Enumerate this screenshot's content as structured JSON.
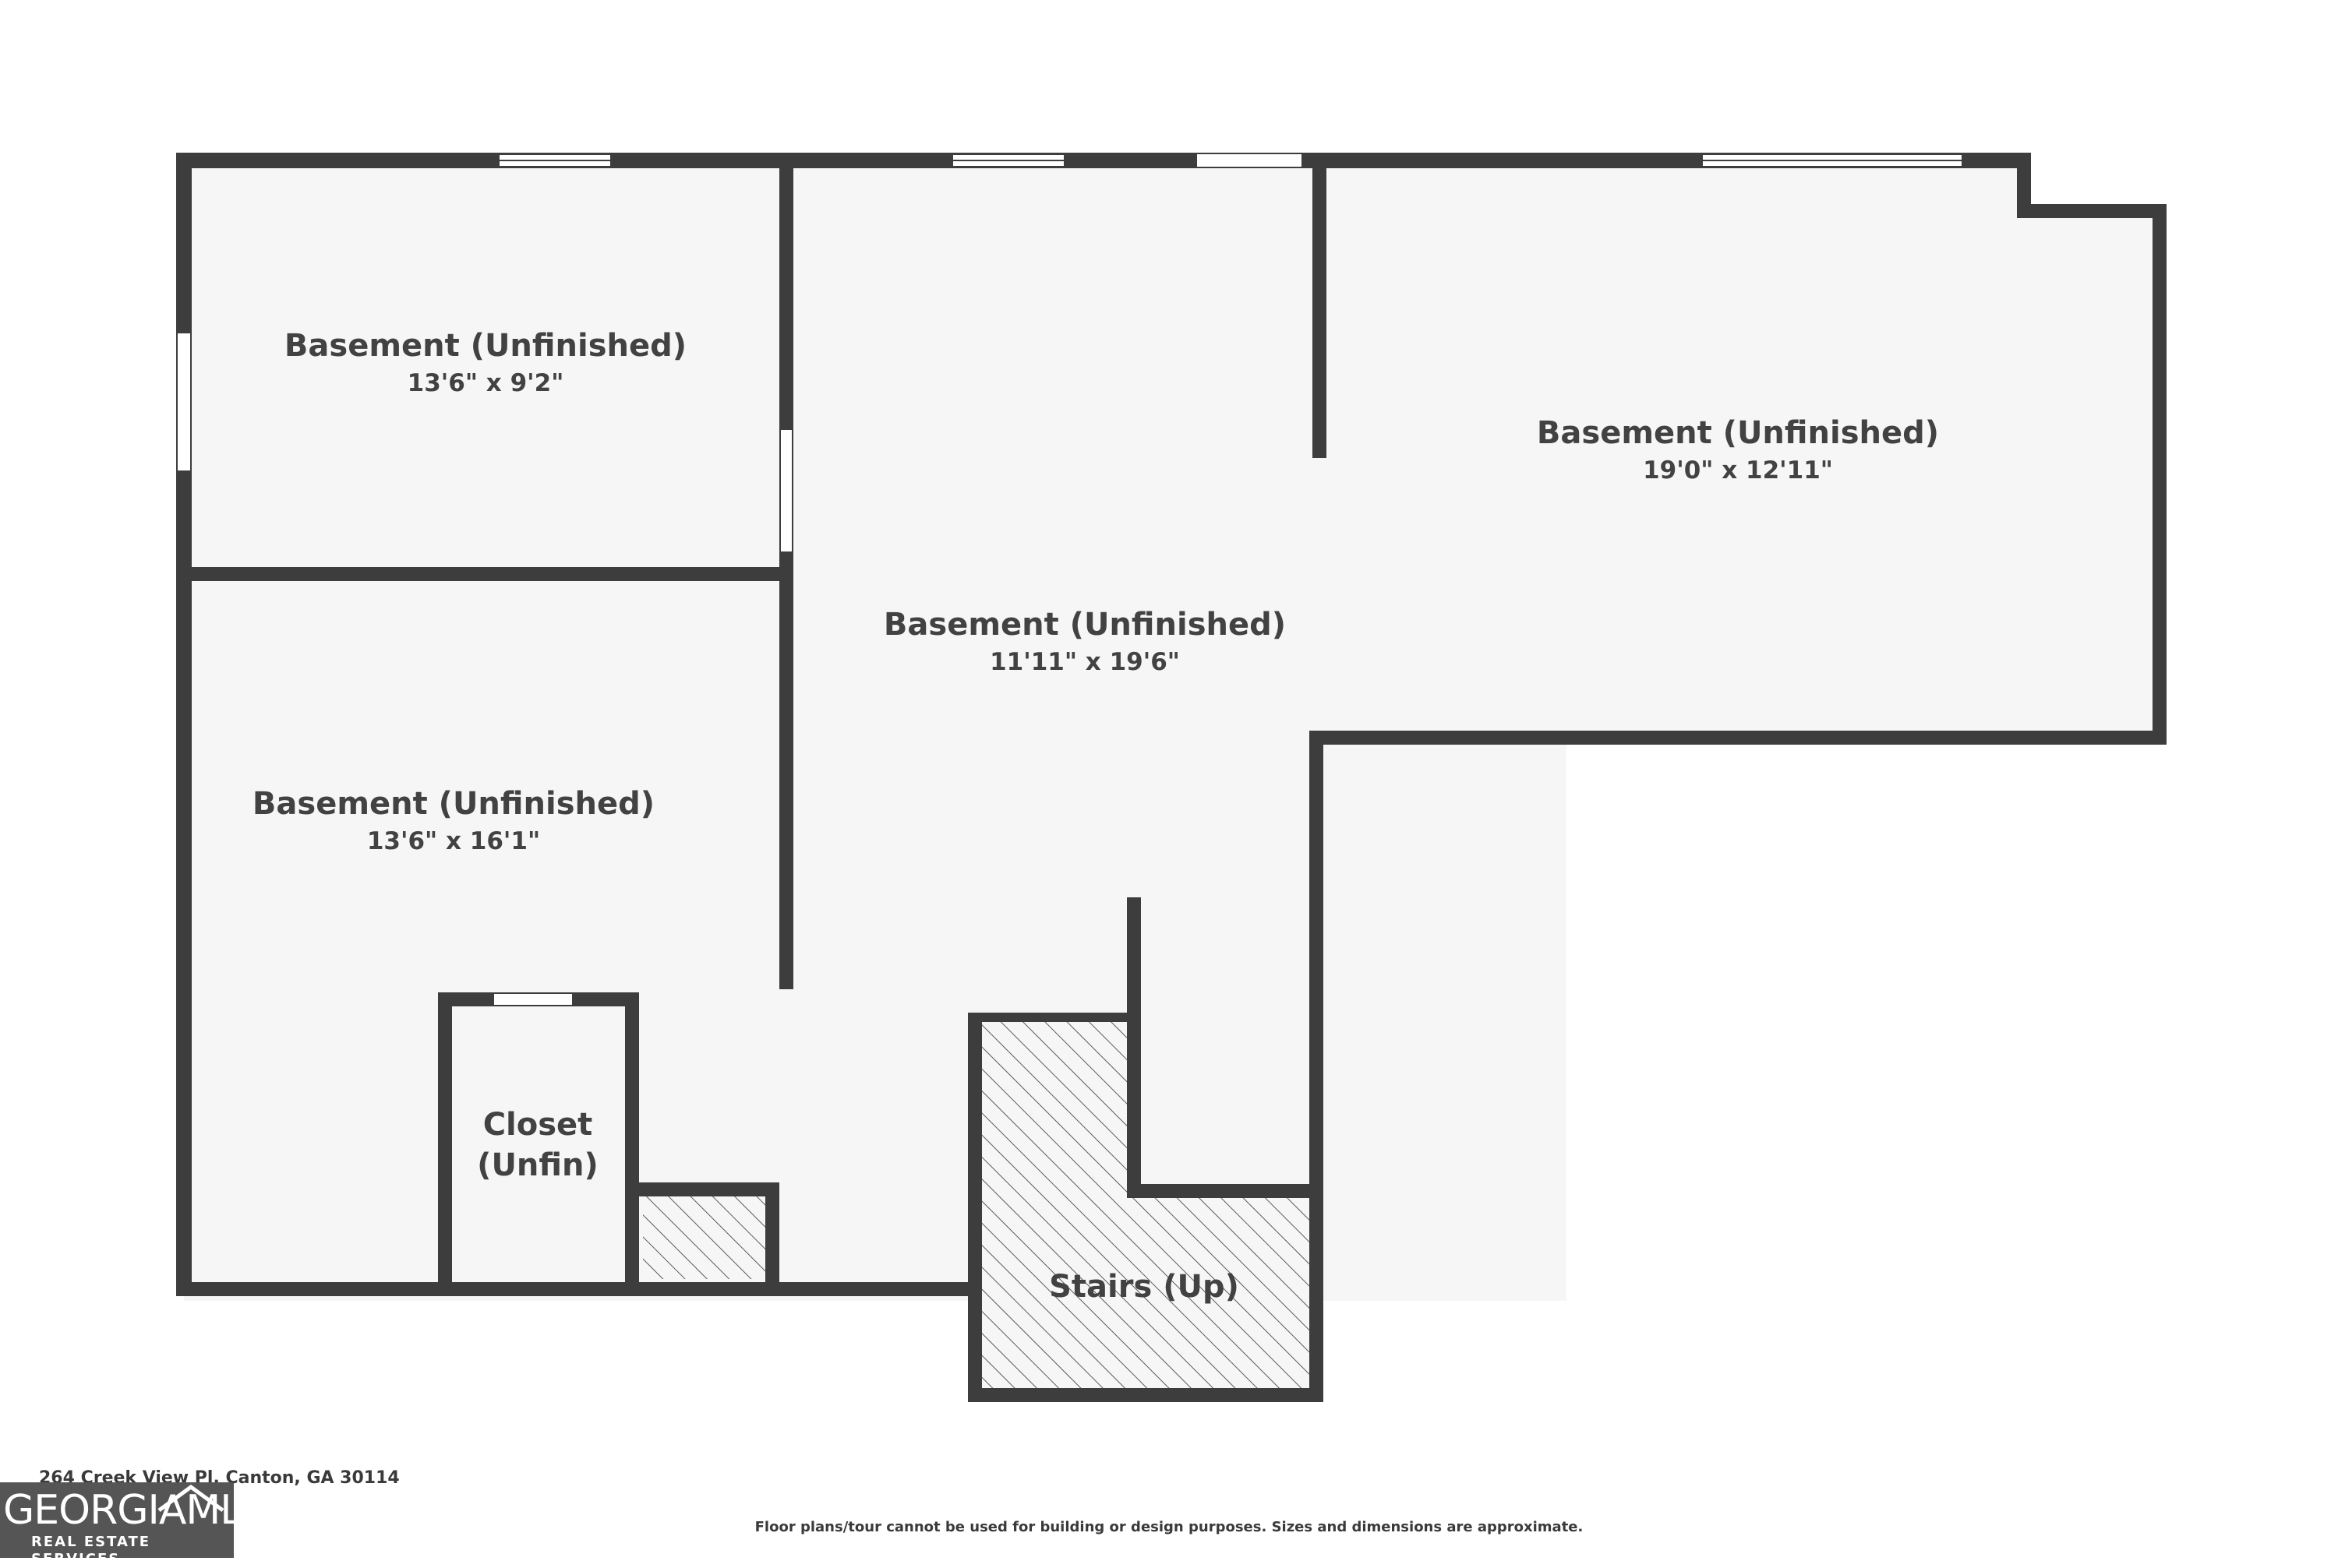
{
  "rooms": [
    {
      "name": "Basement (Unfinished)",
      "dimensions": "13'6\" x 9'2\""
    },
    {
      "name": "Basement (Unfinished)",
      "dimensions": "11'11\" x 19'6\""
    },
    {
      "name": "Basement (Unfinished)",
      "dimensions": "19'0\" x 12'11\""
    },
    {
      "name": "Basement (Unfinished)",
      "dimensions": "13'6\" x 16'1\""
    },
    {
      "name_line1": "Closet",
      "name_line2": "(Unfin)"
    },
    {
      "name": "Stairs (Up)"
    }
  ],
  "address": "264 Creek View Pl, Canton, GA 30114",
  "disclaimer": "Floor plans/tour cannot be used for building or design purposes. Sizes and dimensions are approximate.",
  "logo": {
    "main": "GEORGIAMLS",
    "sub": "REAL ESTATE SERVICES"
  },
  "colors": {
    "wall": "#3d3d3d",
    "floor": "#f6f6f6",
    "text": "#424242",
    "logo_bg": "#555555"
  }
}
